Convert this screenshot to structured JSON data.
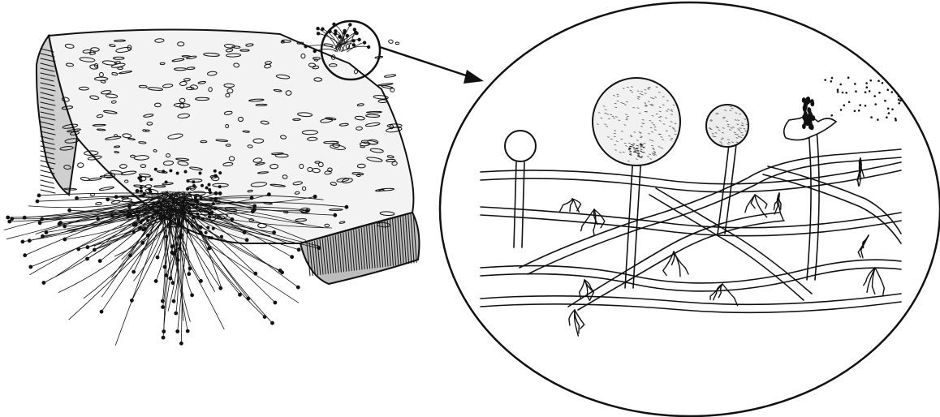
{
  "figure": {
    "ink_color": "#111111",
    "paper_color": "#ffffff",
    "panels": [
      {
        "id": "bread-with-mold",
        "icon": "bread-slice-with-mold-colony"
      },
      {
        "id": "magnified-view",
        "icon": "magnified-hyphae-and-sporangia"
      }
    ],
    "callout": {
      "icon": "magnifier-circle-with-arrow"
    }
  }
}
